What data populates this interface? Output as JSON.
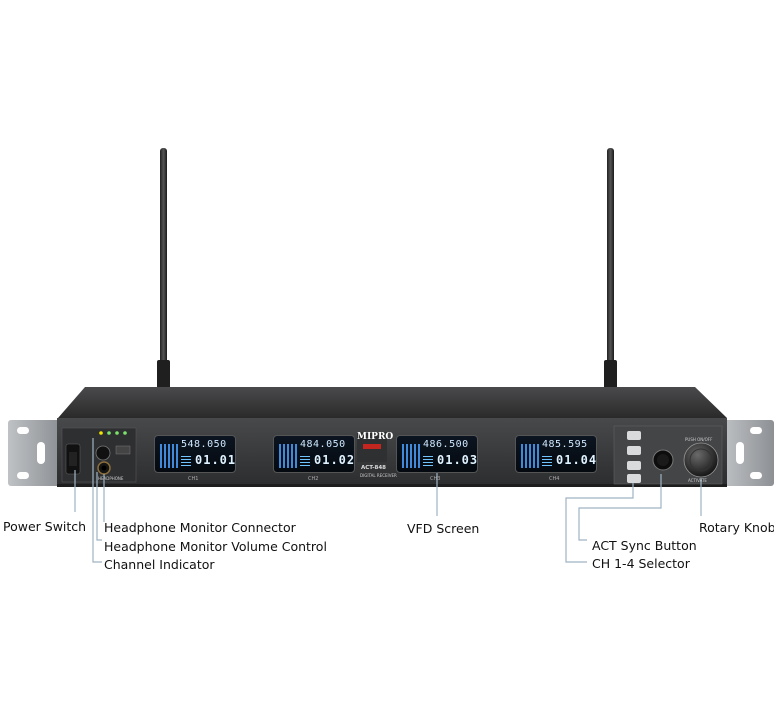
{
  "device": {
    "brand": "MIPRO",
    "model": "ACT-848",
    "model_sub": "DIGITAL RECEIVER",
    "phones_label": "HEADPHONE",
    "rotary_caption_top": "PUSH ON/OFF",
    "rotary_caption_bottom": "ACTIVATE"
  },
  "screens": [
    {
      "frequency": "548.050",
      "channel": "01.01",
      "label": "CH1"
    },
    {
      "frequency": "484.050",
      "channel": "01.02",
      "label": "CH2"
    },
    {
      "frequency": "486.500",
      "channel": "01.03",
      "label": "CH3"
    },
    {
      "frequency": "485.595",
      "channel": "01.04",
      "label": "CH4"
    }
  ],
  "callouts": {
    "power_switch": "Power Switch",
    "headphone_connector": "Headphone Monitor Connector",
    "headphone_volume": "Headphone Monitor Volume Control",
    "channel_indicator": "Channel Indicator",
    "vfd_screen": "VFD Screen",
    "act_sync": "ACT Sync Button",
    "ch_selector": "CH 1-4 Selector",
    "rotary_knob": "Rotary Knob"
  },
  "colors": {
    "chassis": "#2b2b2b",
    "front_panel": "#3a3b3d",
    "callout_line": "#9fb3c3",
    "vfd_glow": "#6fc4ff"
  }
}
